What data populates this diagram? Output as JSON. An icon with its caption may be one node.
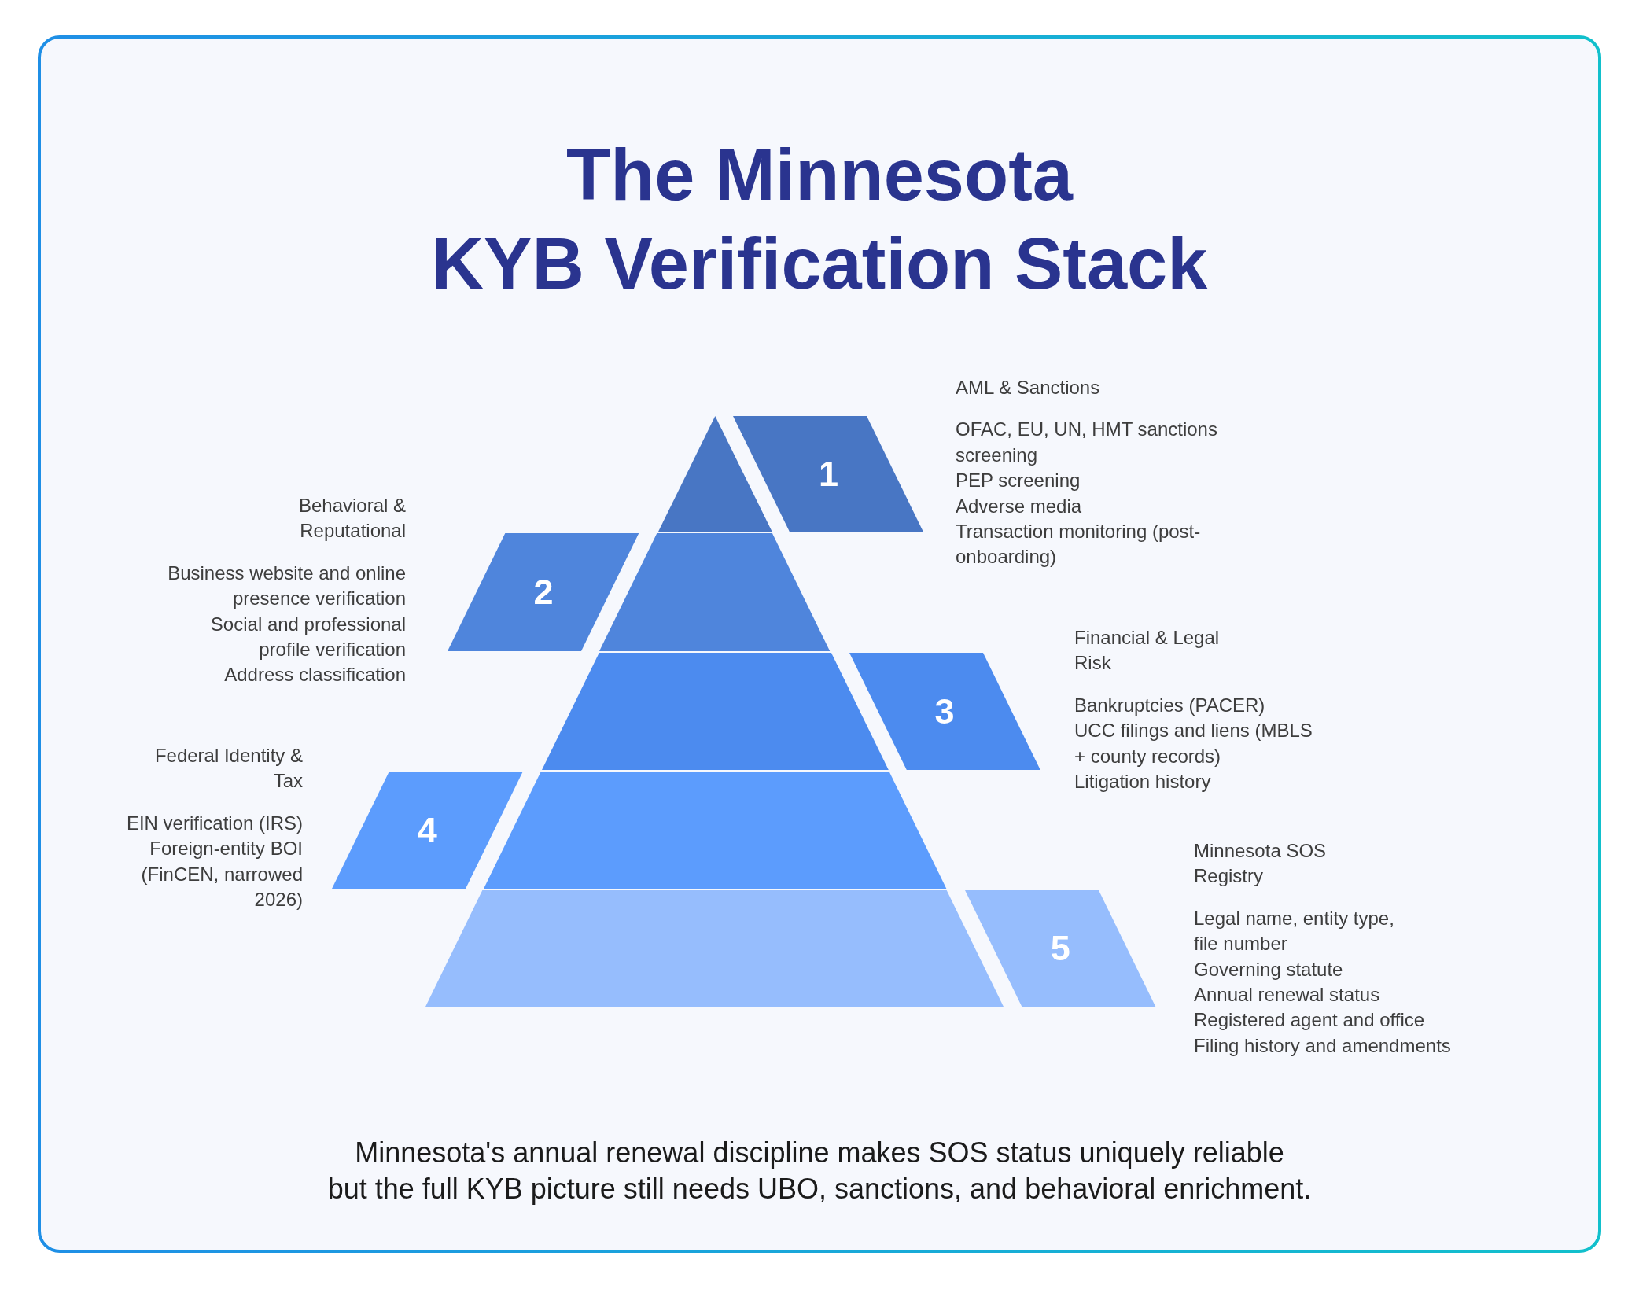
{
  "diagram": {
    "title": "The Minnesota KYB Verification Stack",
    "caption": "Minnesota's annual renewal discipline makes SOS status uniquely reliable but the full KYB picture still needs UBO, sanctions, and behavioral enrichment.",
    "nodes": [
      {
        "text": [],
        "shape": "triangle"
      },
      {
        "text": [
          "1"
        ],
        "beside": [
          "AML & Sanctions",
          "OFAC, EU, UN, HMT sanctions screening",
          "PEP screening",
          "Adverse media",
          "Transaction monitoring (post-onboarding)"
        ]
      },
      {
        "text": [
          "2"
        ],
        "beside": [
          "Behavioral & Reputational",
          "Business website and online presence verification",
          "Social and professional profile verification",
          "Address classification"
        ]
      },
      {
        "text": [],
        "shape": "trapezoid"
      },
      {
        "text": [],
        "shape": "trapezoid"
      },
      {
        "text": [
          "3"
        ],
        "beside": [
          "Financial & Legal Risk",
          "Bankruptcies (PACER)",
          "UCC filings and liens (MBLS + county records)",
          "Litigation history"
        ]
      },
      {
        "text": [
          "4"
        ],
        "beside": [
          "Federal Identity & Tax",
          "EIN verification (IRS)",
          "Foreign-entity BOI (FinCEN, narrowed 2026)"
        ]
      },
      {
        "text": [],
        "shape": "trapezoid"
      },
      {
        "text": [],
        "shape": "trapezoid"
      },
      {
        "text": [
          "5"
        ],
        "beside": [
          "Minnesota SOS Registry",
          "Legal name, entity type, file number",
          "Governing statute",
          "Annual renewal status",
          "Registered agent and office",
          "Filing history and amendments"
        ]
      }
    ]
  }
}
